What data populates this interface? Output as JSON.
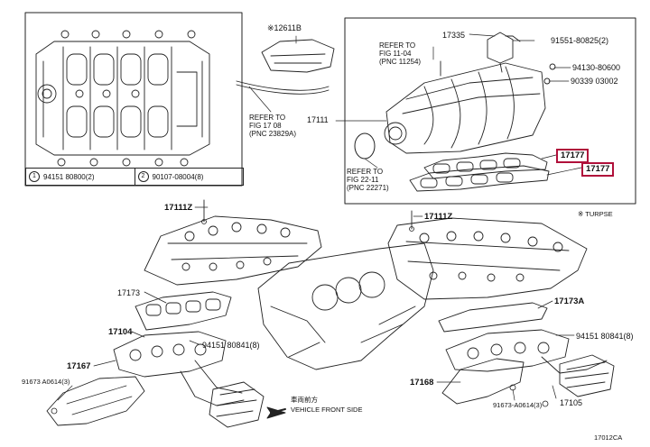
{
  "labels": {
    "p12611b": "※12611B",
    "refer_17_08": "REFER TO\nFIG 17 08\n(PNC 23829A)",
    "p17111": "17111",
    "refer_11_04": "REFER TO\nFIG 11-04\n(PNC 11254)",
    "p17335": "17335",
    "p91551": "91551-80825(2)",
    "p94130": "94130-80600",
    "p90339": "90339 03002",
    "hl_17177_a": "17177",
    "hl_17177_b": "17177",
    "refer_22_11": "REFER TO\nFIG 22-11\n(PNC 22271)",
    "turpse": "※ TURPSE",
    "p17111z_left": "17111Z",
    "p17111z_right": "17111Z",
    "p17173": "17173",
    "p17173a": "17173A",
    "p17104": "17104",
    "p94151_left": "94151 80841(8)",
    "p94151_right": "94151 80841(8)",
    "p17167": "17167",
    "p91673_left": "91673 A0614(3)",
    "p17168": "17168",
    "p91673_right": "91673-A0614(3)",
    "p17105": "17105",
    "front_jp": "車両前方",
    "front_en": "VEHICLE FRONT SIDE",
    "fig_code": "17012CA"
  },
  "legend": {
    "item1_num": "1",
    "item1_part": "94151 80800(2)",
    "item2_num": "2",
    "item2_part": "90107-08004(8)"
  },
  "colors": {
    "line": "#222222",
    "highlight": "#b0103a"
  }
}
